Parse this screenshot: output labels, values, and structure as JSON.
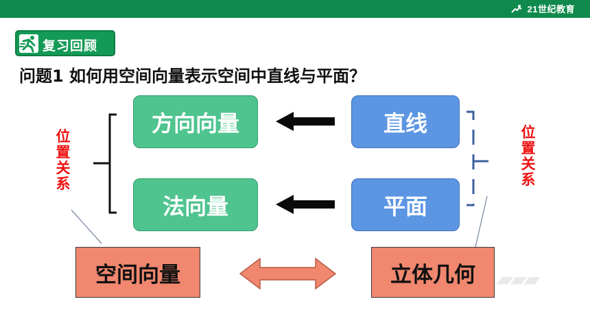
{
  "header": {
    "logo_text": "21世纪教育",
    "bar_color": "#0f8a4c"
  },
  "section": {
    "icon": "runner-icon",
    "label": "复习回顾"
  },
  "question": "问题1  如何用空间向量表示空间中直线与平面？",
  "diagram": {
    "direction_vector": "方向向量",
    "normal_vector": "法向量",
    "line": "直线",
    "plane": "平面",
    "space_vector": "空间向量",
    "solid_geometry": "立体几何",
    "left_relation": "位置关系",
    "right_relation": "位置关系"
  },
  "colors": {
    "green_box": "#4fc48f",
    "blue_box": "#5c95e2",
    "salmon_box": "#f0876e",
    "relation_text": "#ee1111"
  }
}
